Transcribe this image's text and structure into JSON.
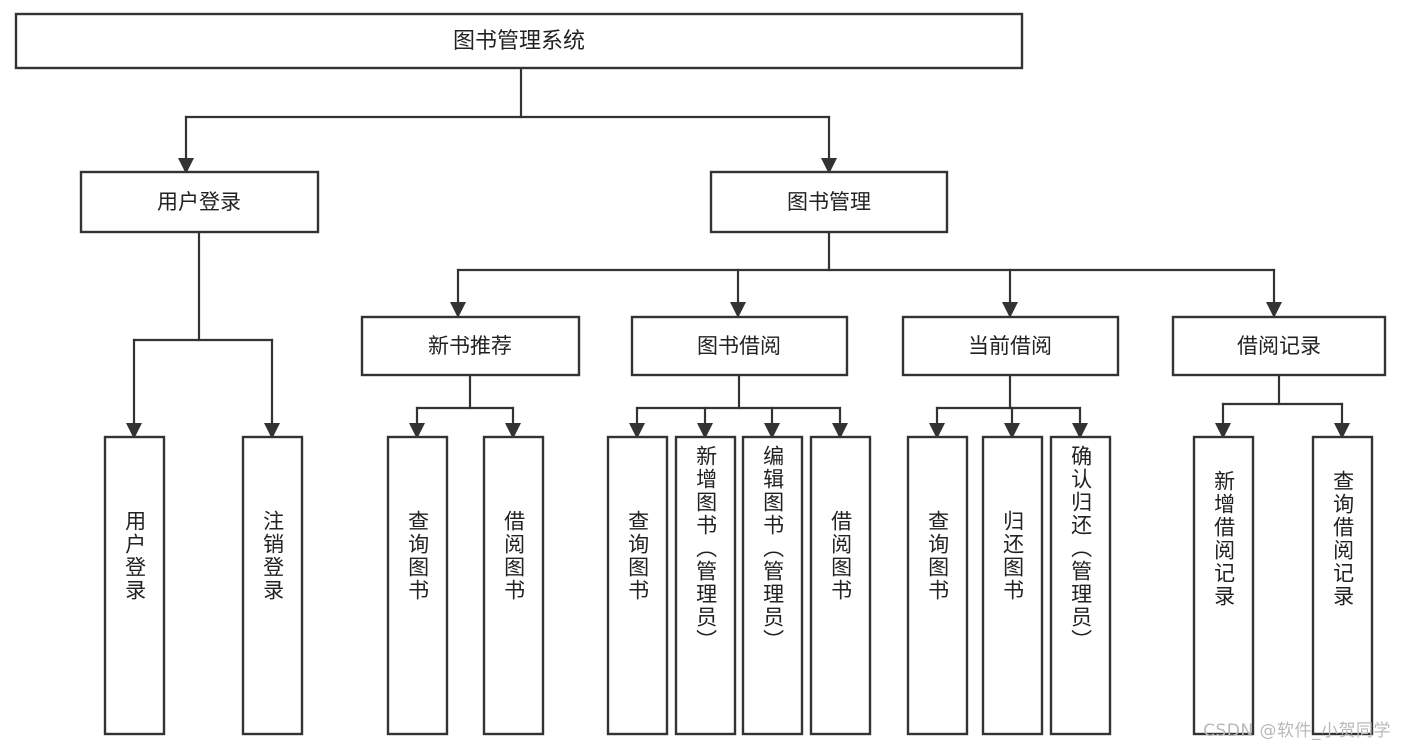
{
  "diagram": {
    "type": "tree",
    "title": "图书管理系统",
    "orientation": "top-down",
    "colors": {
      "box_stroke": "#333333",
      "box_fill": "#ffffff",
      "text": "#222222",
      "connector": "#333333",
      "watermark": "#b9b9b9",
      "background": "#ffffff"
    },
    "root": {
      "label": "图书管理系统"
    },
    "level2": [
      {
        "id": "user-login",
        "label": "用户登录"
      },
      {
        "id": "book-manage",
        "label": "图书管理"
      }
    ],
    "level3": [
      {
        "id": "new-book-recommend",
        "label": "新书推荐",
        "parent": "book-manage"
      },
      {
        "id": "book-borrow",
        "label": "图书借阅",
        "parent": "book-manage"
      },
      {
        "id": "current-borrow",
        "label": "当前借阅",
        "parent": "book-manage"
      },
      {
        "id": "borrow-record",
        "label": "借阅记录",
        "parent": "book-manage"
      }
    ],
    "leaves": {
      "user-login": [
        {
          "id": "leaf-user-login",
          "label": "用户登录"
        },
        {
          "id": "leaf-user-logout",
          "label": "注销登录"
        }
      ],
      "new-book-recommend": [
        {
          "id": "leaf-query-book-1",
          "label": "查询图书"
        },
        {
          "id": "leaf-borrow-book-1",
          "label": "借阅图书"
        }
      ],
      "book-borrow": [
        {
          "id": "leaf-query-book-2",
          "label": "查询图书"
        },
        {
          "id": "leaf-add-book",
          "label": "新增图书（管理员）"
        },
        {
          "id": "leaf-edit-book",
          "label": "编辑图书（管理员）"
        },
        {
          "id": "leaf-borrow-book-2",
          "label": "借阅图书"
        }
      ],
      "current-borrow": [
        {
          "id": "leaf-query-book-3",
          "label": "查询图书"
        },
        {
          "id": "leaf-return-book",
          "label": "归还图书"
        },
        {
          "id": "leaf-confirm-return",
          "label": "确认归还（管理员）"
        }
      ],
      "borrow-record": [
        {
          "id": "leaf-add-record",
          "label": "新增借阅记录"
        },
        {
          "id": "leaf-query-record",
          "label": "查询借阅记录"
        }
      ]
    }
  },
  "watermark": {
    "text": "CSDN @软件_小贺同学"
  }
}
